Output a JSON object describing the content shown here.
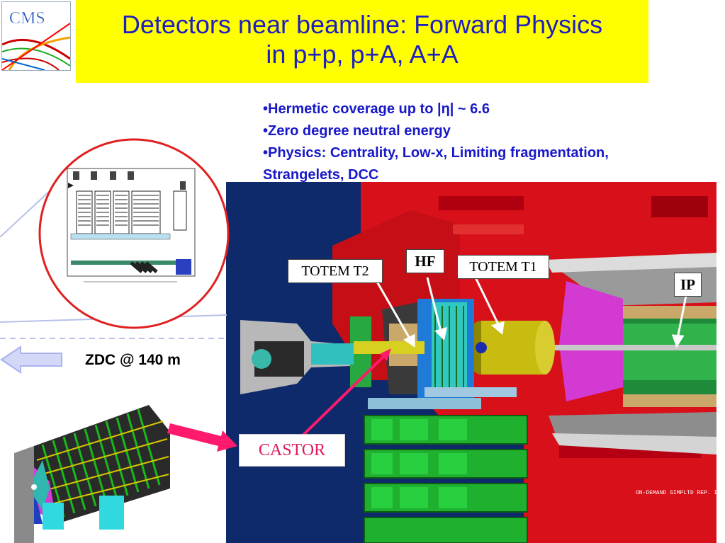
{
  "title": {
    "line1": "Detectors near beamline: Forward Physics",
    "line2": "in p+p, p+A, A+A"
  },
  "logo": {
    "text": "CMS"
  },
  "bullets": [
    "•Hermetic coverage up to |η| ~ 6.6",
    "•Zero degree neutral energy",
    "•Physics: Centrality, Low-x, Limiting fragmentation,",
    "Strangelets, DCC"
  ],
  "labels": {
    "totem_t2": "TOTEM T2",
    "hf": "HF",
    "totem_t1": "TOTEM T1",
    "ip": "IP",
    "castor": "CASTOR",
    "zdc": "ZDC @ 140 m",
    "caption": "ON-DEMAND SIMPLTD REP. INT"
  },
  "colors": {
    "title_bg": "#ffff00",
    "title_text": "#1f1fbf",
    "bullet_text": "#1818c8",
    "castor_text": "#e0195c",
    "arrow_pink": "#ff1a6e",
    "circle_red": "#e02020",
    "scene_bg": "#0e2a6b"
  },
  "icons": {
    "zdc_arrow": "arrow-left-icon",
    "castor_arrow": "arrow-right-icon"
  }
}
